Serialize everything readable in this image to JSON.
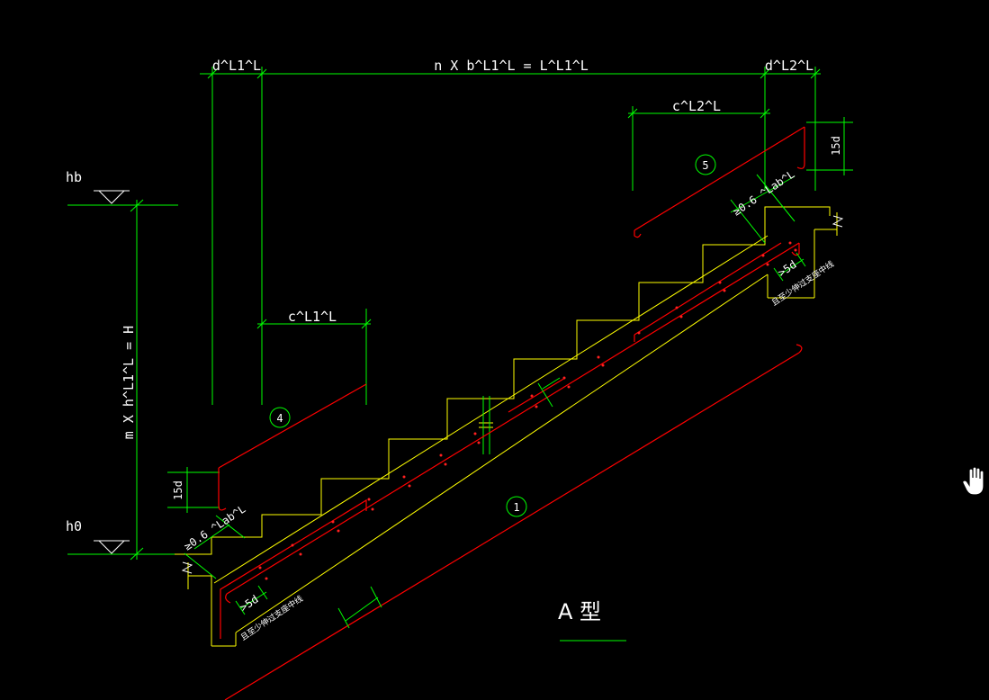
{
  "drawing": {
    "top_dims": {
      "left": "d^L1^L",
      "middle": "n X b^L1^L = L^L1^L",
      "right": "d^L2^L"
    },
    "c2_label": "c^L2^L",
    "c1_label": "c^L1^L",
    "height_label": "m X h^L1^L = H",
    "level_top": "hb",
    "level_bottom": "h0",
    "dim_15d_right": "15d",
    "dim_15d_left": "15d",
    "anchor_top": "≥0.6 ^Lab^L",
    "anchor_bottom": "≥0.6 ^Lab^L",
    "five_d_top": ">5d",
    "five_d_bottom": ">5d",
    "note_top": "且至少伸过支座中线",
    "note_bottom": "且至少伸过支座中线",
    "bubble_1": "1",
    "bubble_4": "4",
    "bubble_5": "5",
    "title": "A 型"
  },
  "colors": {
    "dimension": "#00ff00",
    "outline": "#ffff00",
    "rebar": "#ff0000",
    "background": "#000000"
  },
  "cursor": {
    "icon": "hand-cursor-icon"
  }
}
